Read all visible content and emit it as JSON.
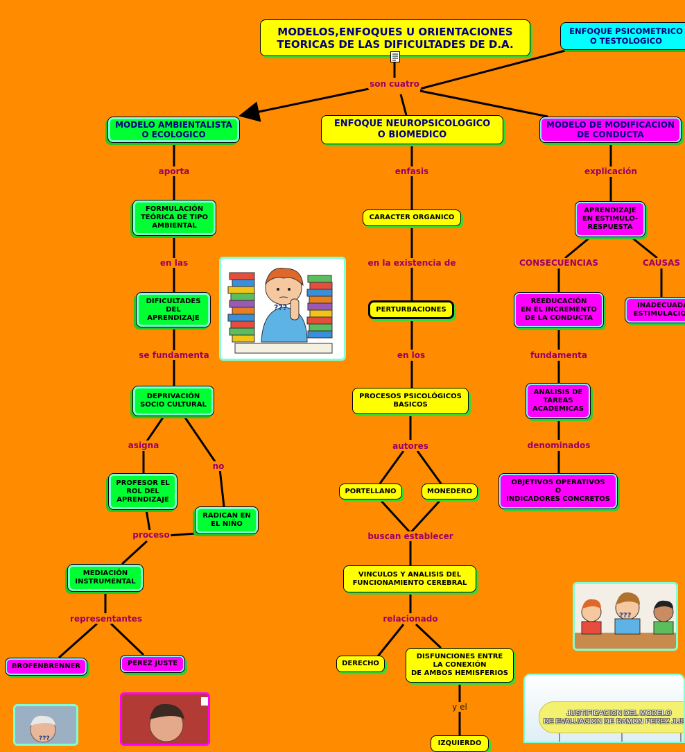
{
  "nodes": {
    "title": "MODELOS,ENFOQUES U ORIENTACIONES\nTEORICAS DE LAS DIFICULTADES DE D.A.",
    "psicometrico": "ENFOQUE PSICOMETRICO\nO TESTOLOGICO",
    "ambientalista": "MODELO AMBIENTALISTA\nO ECOLOGICO",
    "neuro": "ENFOQUE NEUROPSICOLOGICO\nO BIOMEDICO",
    "modificacion": "MODELO DE MODIFICACION\nDE CONDUCTA",
    "formulacion": "FORMULACIÓN\nTEÓRICA DE TIPO\nAMBIENTAL",
    "dificultades": "DIFICULTADES\nDEL\nAPRENDIZAJE",
    "deprivacion": "DEPRIVACIÓN\nSOCIO CULTURAL",
    "profesor": "PROFESOR EL\nROL DEL\nAPRENDIZAJE",
    "radican": "RADICAN EN\nEL NIÑO",
    "mediacion": "MEDIACIÓN\nINSTRUMENTAL",
    "brofenbrenner": "BROFENBRENNER",
    "perez": "PEREZ JUSTE",
    "caracter": "CARACTER ORGANICO",
    "perturbaciones": "PERTURBACIONES",
    "procesos": "PROCESOS PSICOLÓGICOS\nBASICOS",
    "portellano": "PORTELLANO",
    "monedero": "MONEDERO",
    "vinculos": "VINCULOS Y ANALISIS DEL\nFUNCIONAMIENTO CEREBRAL",
    "derecho": "DERECHO",
    "disfunciones": "DISFUNCIONES ENTRE\nLA CONEXIÓN\nDE AMBOS HEMISFERIOS",
    "izquierdo": "IZQUIERDO",
    "aprendizaje_er": "APRENDIZAJE\nEN ESTIMULO-\nRESPUESTA",
    "reeducacion": "REEDUCACIÓN\nEN EL INCREMENTO\nDE LA CONDUCTA",
    "inadecuada": "INADECUADA\nESTIMULACION",
    "analisis": "ANALISIS DE\nTAREAS\nACADEMICAS",
    "objetivos": "OBJETIVOS OPERATIVOS\nO\nINDICADORES CONCRETOS"
  },
  "labels": {
    "son_cuatro": "son cuatro",
    "aporta": "aporta",
    "en_las": "en las",
    "se_fundamenta": "se fundamenta",
    "asigna": "asigna",
    "no": "no",
    "proceso": "proceso",
    "representantes": "representantes",
    "enfasis": "enfasis",
    "en_la_existencia": "en la existencia de",
    "en_los": "en los",
    "autores": "autores",
    "buscan": "buscan establecer",
    "relacionado": "relacionado",
    "y_el": "y el",
    "explicacion": "explicación",
    "consecuencias": "CONSECUENCIAS",
    "causas": "CAUSAS",
    "fundamenta": "fundamenta",
    "denominados": "denominados"
  },
  "banner": {
    "text": "JUSTIFICACION DEL MODELO\nDE EVALUACION DE RAMON PEREZ JUSTE"
  },
  "picture_captions": {
    "question_marks": "???"
  },
  "colors": {
    "background": "#FF8C00",
    "green_node": "#00FF33",
    "yellow_node": "#FFFF00",
    "magenta_node": "#FF00FF",
    "cyan_node": "#00FFFF",
    "link_label": "#990066",
    "heading_text": "#000080"
  }
}
